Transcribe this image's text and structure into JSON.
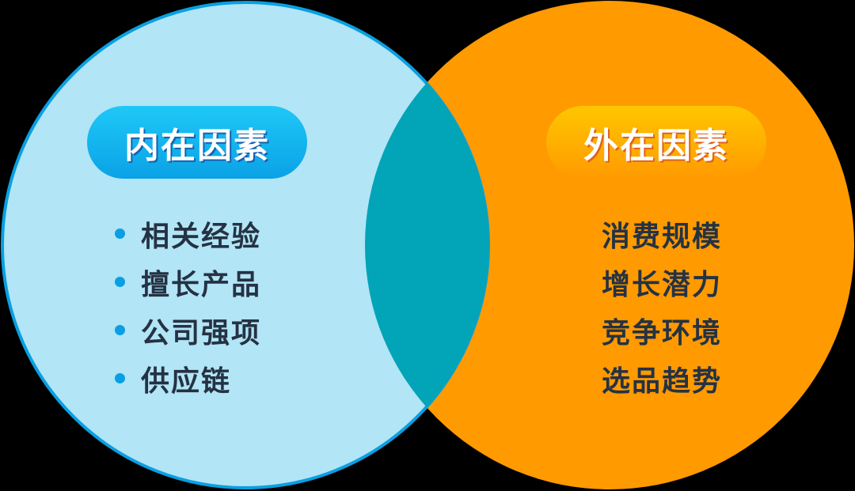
{
  "colors": {
    "background": "#000000",
    "left_circle_fill": "#b2e5f6",
    "left_circle_stroke": "#0a9fe2",
    "right_circle_fill": "#ff9a00",
    "overlap_fill": "#02a4b7",
    "text": "#253243",
    "bullet": "#0a9fe2"
  },
  "left": {
    "title": "内在因素",
    "items": [
      "相关经验",
      "擅长产品",
      "公司强项",
      "供应链"
    ]
  },
  "right": {
    "title": "外在因素",
    "items": [
      "消费规模",
      "增长潜力",
      "竞争环境",
      "选品趋势"
    ]
  }
}
